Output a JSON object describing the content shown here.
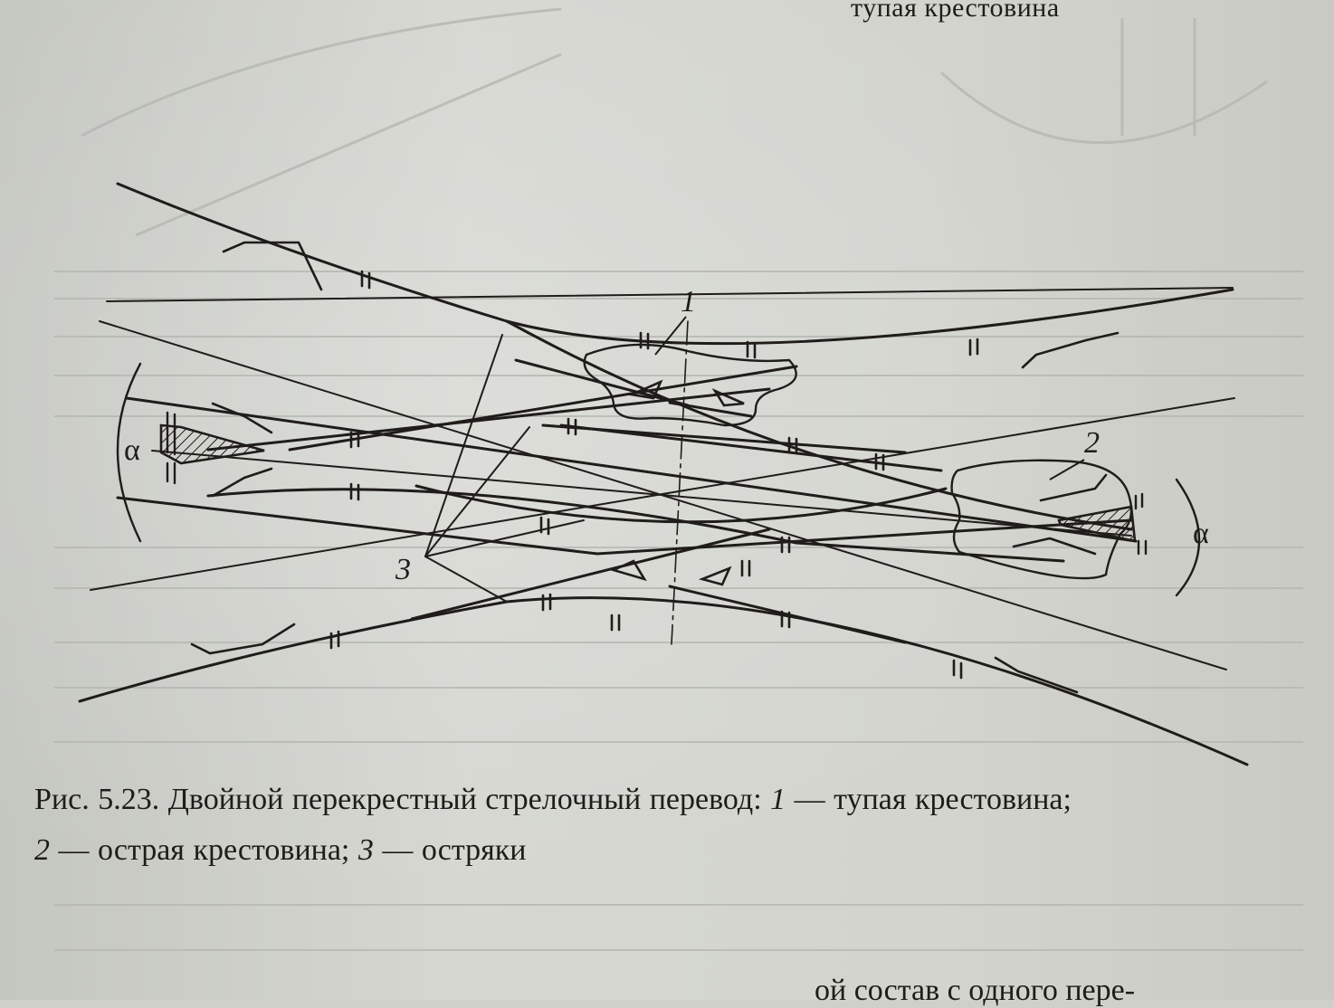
{
  "running_head": "тупая крестовина",
  "figure": {
    "labels": {
      "frog_obtuse": "1",
      "frog_acute": "2",
      "switch_points": "3",
      "angle_left": "α",
      "angle_right": "α"
    }
  },
  "caption": {
    "prefix": "Рис. 5.23. Двойной перекрестный стрелочный перевод: ",
    "n1": "1",
    "t1": " — тупая крестовина;",
    "n2": "2",
    "t2": " — острая крестовина; ",
    "n3": "3",
    "t3": " — остряки"
  },
  "bottom_text": "ой состав с одного пере-",
  "colors": {
    "ink": "#1f1c1a",
    "paper": "#cfd0ca"
  }
}
